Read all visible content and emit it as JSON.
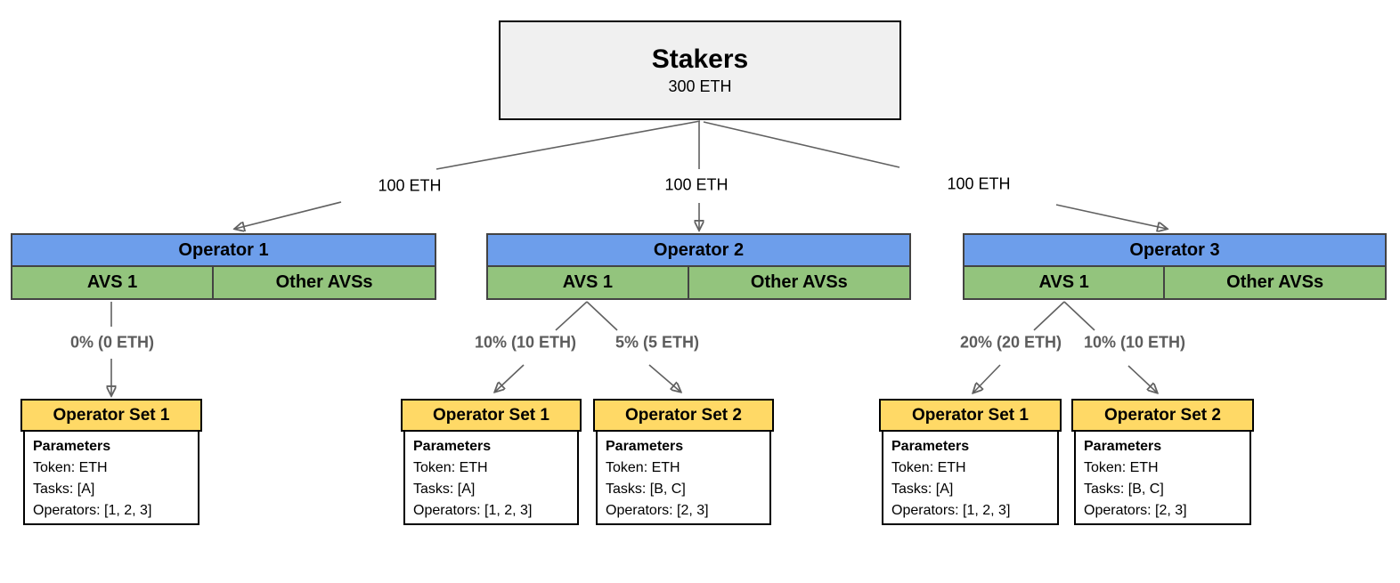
{
  "stakers": {
    "title": "Stakers",
    "amount": "300 ETH"
  },
  "distribution_labels": [
    {
      "label": "100 ETH"
    },
    {
      "label": "100 ETH"
    },
    {
      "label": "100 ETH"
    }
  ],
  "operators": [
    {
      "name": "Operator 1",
      "avs": "AVS 1",
      "other_avs": "Other AVSs"
    },
    {
      "name": "Operator 2",
      "avs": "AVS 1",
      "other_avs": "Other AVSs"
    },
    {
      "name": "Operator 3",
      "avs": "AVS 1",
      "other_avs": "Other AVSs"
    }
  ],
  "allocation_labels": [
    {
      "label": "0% (0 ETH)"
    },
    {
      "label": "10% (10 ETH)"
    },
    {
      "label": "5% (5 ETH)"
    },
    {
      "label": "20% (20 ETH)"
    },
    {
      "label": "10% (10 ETH)"
    }
  ],
  "operator_sets": [
    {
      "title": "Operator Set 1",
      "heading": "Parameters",
      "token": "Token: ETH",
      "tasks": "Tasks: [A]",
      "operators": "Operators: [1, 2, 3]"
    },
    {
      "title": "Operator Set 1",
      "heading": "Parameters",
      "token": "Token: ETH",
      "tasks": "Tasks: [A]",
      "operators": "Operators: [1, 2, 3]"
    },
    {
      "title": "Operator Set 2",
      "heading": "Parameters",
      "token": "Token: ETH",
      "tasks": "Tasks: [B, C]",
      "operators": "Operators: [2, 3]"
    },
    {
      "title": "Operator Set 1",
      "heading": "Parameters",
      "token": "Token: ETH",
      "tasks": "Tasks: [A]",
      "operators": "Operators: [1, 2, 3]"
    },
    {
      "title": "Operator Set 2",
      "heading": "Parameters",
      "token": "Token: ETH",
      "tasks": "Tasks: [B, C]",
      "operators": "Operators: [2, 3]"
    }
  ],
  "colors": {
    "operator_header": "#6d9eeb",
    "avs_cell": "#93c47d",
    "operator_set_header": "#ffd966",
    "stakers_fill": "#f0f0f0",
    "box_border": "#434343",
    "connector": "#616161",
    "allocation_text": "#5c5c5c"
  }
}
